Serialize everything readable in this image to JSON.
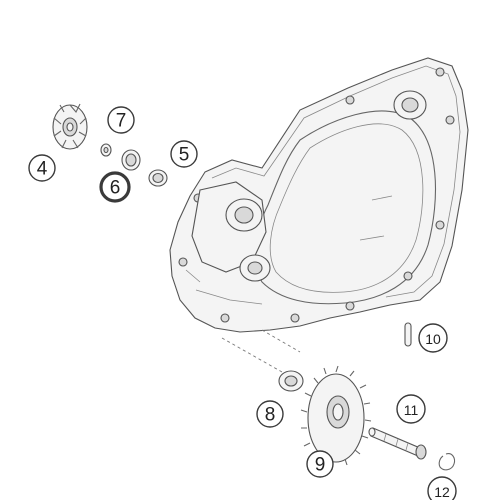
{
  "callouts": [
    {
      "id": "c4",
      "label": "4",
      "highlight": false
    },
    {
      "id": "c5",
      "label": "5",
      "highlight": false
    },
    {
      "id": "c6",
      "label": "6",
      "highlight": true
    },
    {
      "id": "c7",
      "label": "7",
      "highlight": false
    },
    {
      "id": "c8",
      "label": "8",
      "highlight": false
    },
    {
      "id": "c9",
      "label": "9",
      "highlight": false
    },
    {
      "id": "c10",
      "label": "10",
      "highlight": false
    },
    {
      "id": "c11",
      "label": "11",
      "highlight": false
    },
    {
      "id": "c12",
      "label": "12",
      "highlight": false
    }
  ],
  "colors": {
    "highlight": "#e35f12",
    "line": "#555555",
    "part_fill": "#f4f4f4"
  }
}
